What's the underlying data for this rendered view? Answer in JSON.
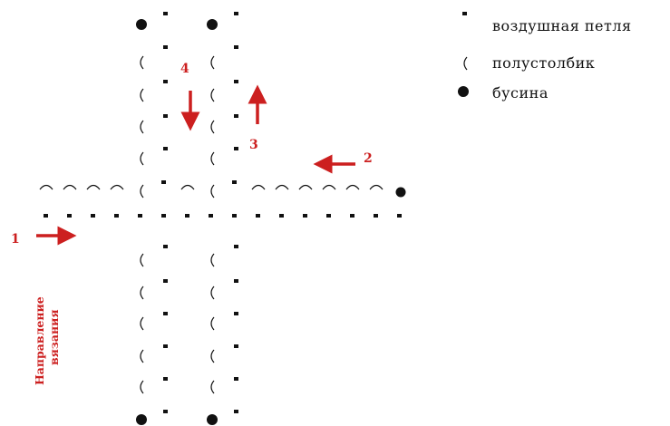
{
  "legend": {
    "items": [
      {
        "symbol": "chain",
        "label": "воздушная петля"
      },
      {
        "symbol": "half-stitch",
        "label": "полустолбик"
      },
      {
        "symbol": "bead",
        "label": "бусина"
      }
    ]
  },
  "direction_caption": {
    "line1": "Направление",
    "line2": "вязания"
  },
  "arrows": [
    {
      "label": "1",
      "direction": "right"
    },
    {
      "label": "2",
      "direction": "left"
    },
    {
      "label": "3",
      "direction": "up"
    },
    {
      "label": "4",
      "direction": "down"
    }
  ],
  "colors": {
    "ink": "#111111",
    "accent": "#cc1f1f"
  }
}
